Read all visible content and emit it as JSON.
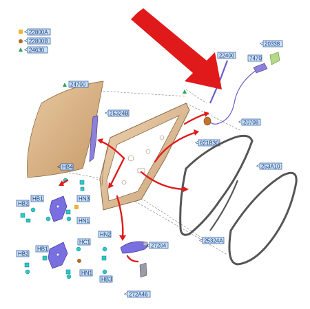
{
  "legend": [
    {
      "marker": "square",
      "color": "#f0b23a",
      "code": "22800A"
    },
    {
      "marker": "circle",
      "color": "#b06a2a",
      "code": "22800B"
    },
    {
      "marker": "triangle",
      "color": "#2aa552",
      "code": "24630"
    }
  ],
  "callouts": {
    "c24700": "24700",
    "c25324B": "25324B",
    "c22400": "22400",
    "c20338": "20338",
    "c7470": "7470",
    "c621B30": "621B30",
    "c20708": "20708",
    "c253A10": "253A10",
    "c25324A": "25324A",
    "c27204": "27204",
    "c272A46": "272A46",
    "hb4": "HB4",
    "hb2_top": "HB2",
    "hb1_top": "HB1",
    "hn3": "HN3",
    "hn1_top": "HN1",
    "hc1": "HC1",
    "hb2_bot": "HB2",
    "hb1_bot": "HB1",
    "hn1_bot": "HN1",
    "hn2": "HN2",
    "hb3": "HB3"
  },
  "colors": {
    "label_fill": "#cfe3f7",
    "label_border": "#1f4f9a",
    "label_text": "#123a7a",
    "door_panel": "#d9b48a",
    "door_edge": "#8a6a45",
    "seal": "#555555",
    "arrow_red": "#e01a1a",
    "hinge_purple": "#6a5acd",
    "clip_cyan": "#2fc7c9"
  }
}
